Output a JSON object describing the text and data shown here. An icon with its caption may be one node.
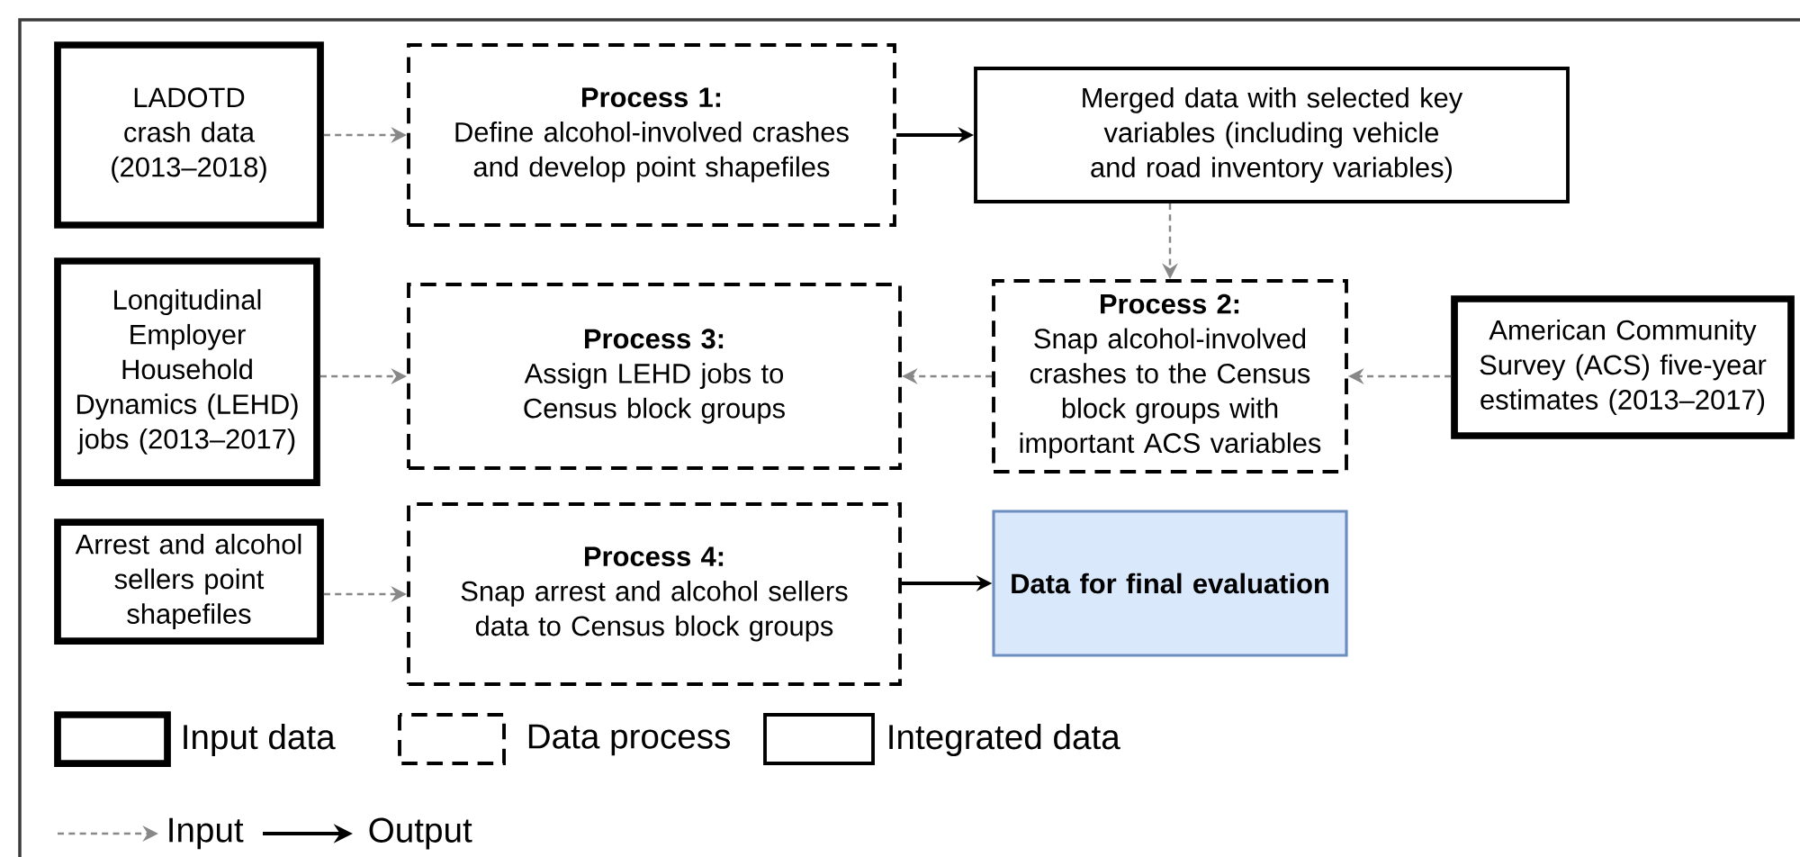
{
  "diagram": {
    "nodes": [
      {
        "text": [
          "LADOTD crash data (2013–2018)"
        ]
      },
      {
        "text": [
          "Process 1:",
          "Define alcohol-involved crashes and develop point shapefiles"
        ]
      },
      {
        "text": [
          "Merged data with selected key variables (including vehicle and road inventory variables)"
        ]
      },
      {
        "text": [
          "Longitudinal Employer Household Dynamics (LEHD) jobs (2013–2017)"
        ]
      },
      {
        "text": [
          "Process 3:",
          "Assign LEHD jobs to Census block groups"
        ]
      },
      {
        "text": [
          "Process 2:",
          "Snap alcohol-involved crashes to the Census block groups with important ACS variables"
        ]
      },
      {
        "text": [
          "American Community Survey (ACS) five-year estimates (2013–2017)"
        ]
      },
      {
        "text": [
          "Arrest and alcohol sellers point shapefiles"
        ]
      },
      {
        "text": [
          "Process 4:",
          "Snap arrest and alcohol sellers data to Census block groups"
        ]
      },
      {
        "text": [
          "Data for final evaluation"
        ]
      }
    ],
    "edges": [
      {
        "from": 0,
        "to": 1,
        "arrow": "to",
        "style": "dashed",
        "color": "#888888"
      },
      {
        "from": 1,
        "to": 2,
        "arrow": "to",
        "color": "#000000"
      },
      {
        "from": 2,
        "to": 5,
        "arrow": "to",
        "style": "dashed",
        "color": "#888888"
      },
      {
        "from": 6,
        "to": 5,
        "arrow": "to",
        "style": "dashed",
        "color": "#888888"
      },
      {
        "from": 5,
        "to": 4,
        "arrow": "to",
        "style": "dashed",
        "color": "#888888"
      },
      {
        "from": 3,
        "to": 4,
        "arrow": "to",
        "style": "dashed",
        "color": "#888888"
      },
      {
        "from": 7,
        "to": 8,
        "arrow": "to",
        "style": "dashed",
        "color": "#888888"
      },
      {
        "from": 8,
        "to": 9,
        "arrow": "to",
        "color": "#000000"
      }
    ],
    "legend": [
      {
        "text": "Input data"
      },
      {
        "text": "Data process"
      },
      {
        "text": "Integrated data"
      },
      {
        "text": "Input"
      },
      {
        "text": "Output"
      }
    ]
  }
}
